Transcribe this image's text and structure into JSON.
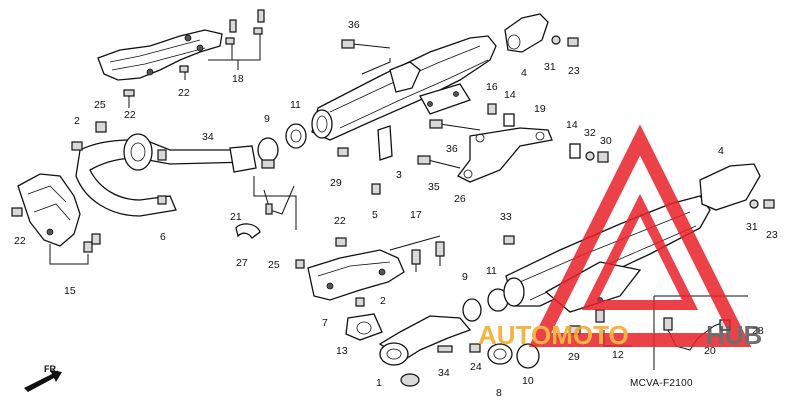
{
  "diagram_code": "MCVA-F2100",
  "direction_label": "FR.",
  "watermark": {
    "text_automoto": "AUTOMOTO",
    "text_hub": "HUB",
    "color_automoto": "#f5a623",
    "color_hub": "#555555",
    "color_triangle": "#e8212a"
  },
  "callouts": [
    {
      "id": "c36a",
      "text": "36"
    },
    {
      "id": "c18",
      "text": "18"
    },
    {
      "id": "c22a",
      "text": "22"
    },
    {
      "id": "c22b",
      "text": "22"
    },
    {
      "id": "c25a",
      "text": "25"
    },
    {
      "id": "c2a",
      "text": "2"
    },
    {
      "id": "c4a",
      "text": "4"
    },
    {
      "id": "c31a",
      "text": "31"
    },
    {
      "id": "c23a",
      "text": "23"
    },
    {
      "id": "c11a",
      "text": "11"
    },
    {
      "id": "c9a",
      "text": "9"
    },
    {
      "id": "c34a",
      "text": "34"
    },
    {
      "id": "c16",
      "text": "16"
    },
    {
      "id": "c14a",
      "text": "14"
    },
    {
      "id": "c19",
      "text": "19"
    },
    {
      "id": "c14b",
      "text": "14"
    },
    {
      "id": "c32",
      "text": "32"
    },
    {
      "id": "c30",
      "text": "30"
    },
    {
      "id": "c36b",
      "text": "36"
    },
    {
      "id": "c35",
      "text": "35"
    },
    {
      "id": "c26",
      "text": "26"
    },
    {
      "id": "c29a",
      "text": "29"
    },
    {
      "id": "c3",
      "text": "3"
    },
    {
      "id": "c5",
      "text": "5"
    },
    {
      "id": "c6",
      "text": "6"
    },
    {
      "id": "c21",
      "text": "21"
    },
    {
      "id": "c27",
      "text": "27"
    },
    {
      "id": "c22c",
      "text": "22"
    },
    {
      "id": "c15",
      "text": "15"
    },
    {
      "id": "c4b",
      "text": "4"
    },
    {
      "id": "c31b",
      "text": "31"
    },
    {
      "id": "c23b",
      "text": "23"
    },
    {
      "id": "c33",
      "text": "33"
    },
    {
      "id": "c22d",
      "text": "22"
    },
    {
      "id": "c17",
      "text": "17"
    },
    {
      "id": "c25b",
      "text": "25"
    },
    {
      "id": "c2b",
      "text": "2"
    },
    {
      "id": "c7",
      "text": "7"
    },
    {
      "id": "c9b",
      "text": "9"
    },
    {
      "id": "c11b",
      "text": "11"
    },
    {
      "id": "c13",
      "text": "13"
    },
    {
      "id": "c1",
      "text": "1"
    },
    {
      "id": "c34b",
      "text": "34"
    },
    {
      "id": "c24",
      "text": "24"
    },
    {
      "id": "c8",
      "text": "8"
    },
    {
      "id": "c10",
      "text": "10"
    },
    {
      "id": "c29b",
      "text": "29"
    },
    {
      "id": "c12",
      "text": "12"
    },
    {
      "id": "c28",
      "text": "28"
    },
    {
      "id": "c20",
      "text": "20"
    }
  ]
}
